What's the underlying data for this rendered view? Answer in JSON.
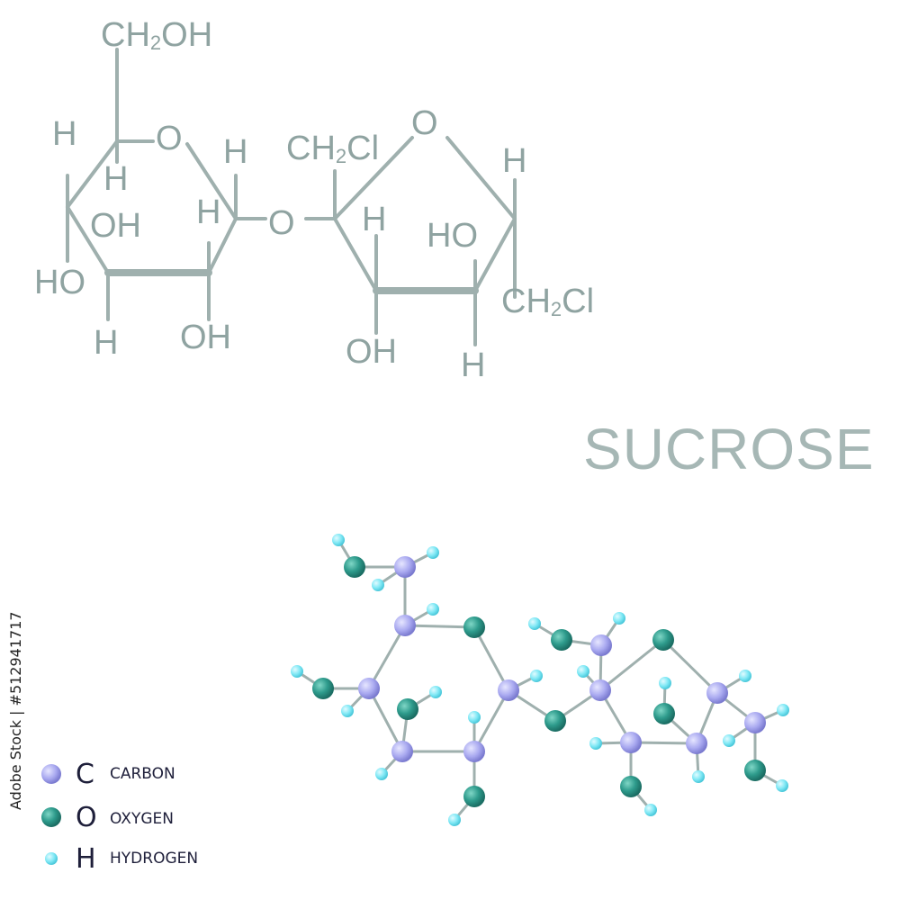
{
  "title": "SUCROSE",
  "stock_id": "Adobe Stock | #512941717",
  "structural_formula": {
    "labels": {
      "ch2oh": "CH",
      "ch2oh_sub": "2",
      "ch2oh_tail": "OH",
      "ring1_o": "O",
      "glyco_o": "O",
      "ring2_o": "O",
      "ch2cl_top": "CH",
      "ch2cl_top_sub": "2",
      "ch2cl_top_tail": "Cl",
      "ch2cl_right": "CH",
      "ch2cl_right_sub": "2",
      "ch2cl_right_tail": "Cl",
      "h": "H",
      "oh": "OH",
      "ho": "HO"
    }
  },
  "legend": [
    {
      "symbol": "C",
      "name": "CARBON",
      "color": "#a9a9f0"
    },
    {
      "symbol": "O",
      "name": "OXYGEN",
      "color": "#2e9b8c"
    },
    {
      "symbol": "H",
      "name": "HYDROGEN",
      "color": "#7fe8f5"
    }
  ],
  "colors": {
    "formula": "#8fa3a1",
    "bond": "#9fb0ae",
    "carbon": "#a9a9f0",
    "oxygen": "#2e9b8c",
    "hydrogen": "#7fe8f5"
  }
}
